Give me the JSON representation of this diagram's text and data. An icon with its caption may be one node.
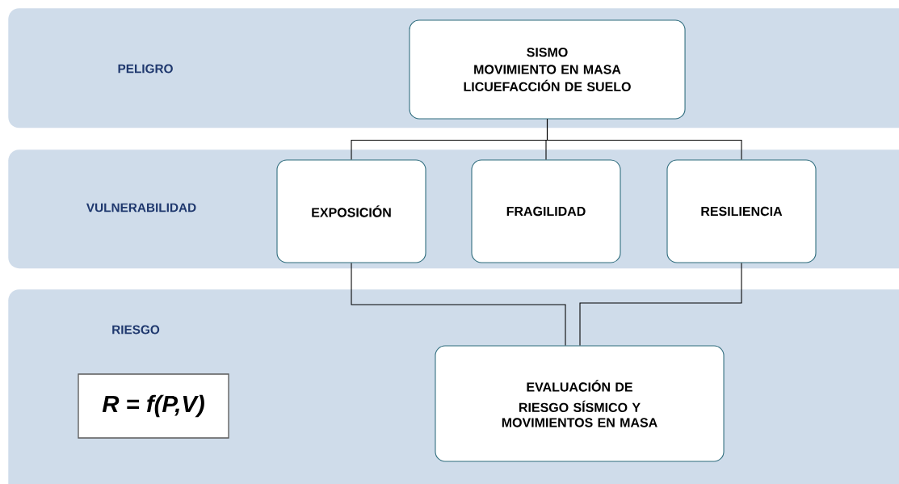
{
  "diagram": {
    "nodes": [
      {
        "text": [
          "PELIGRO"
        ]
      },
      {
        "text": [
          "VULNERABILIDAD"
        ]
      },
      {
        "text": [
          "RIESGO"
        ]
      },
      {
        "text": [
          "SISMO",
          "MOVIMIENTO EN MASA",
          "LICUEFACCIÓN DE SUELO"
        ],
        "in": 0
      },
      {
        "text": [
          "EXPOSICIÓN"
        ],
        "in": 1
      },
      {
        "text": [
          "FRAGILIDAD"
        ],
        "in": 1
      },
      {
        "text": [
          "RESILIENCIA"
        ],
        "in": 1
      },
      {
        "text": [
          "EVALUACIÓN DE",
          "RIESGO SÍSMICO Y MOVIMIENTOS EN MASA"
        ],
        "in": 2
      },
      {
        "text": [
          "R = f(P,V)"
        ],
        "in": 2
      }
    ],
    "edges": [
      {
        "from": 3,
        "to": 4,
        "arrow": "none"
      },
      {
        "from": 3,
        "to": 5,
        "arrow": "none"
      },
      {
        "from": 3,
        "to": 6,
        "arrow": "none"
      },
      {
        "from": 4,
        "to": 7,
        "arrow": "none"
      },
      {
        "from": 6,
        "to": 7,
        "arrow": "none"
      }
    ]
  }
}
